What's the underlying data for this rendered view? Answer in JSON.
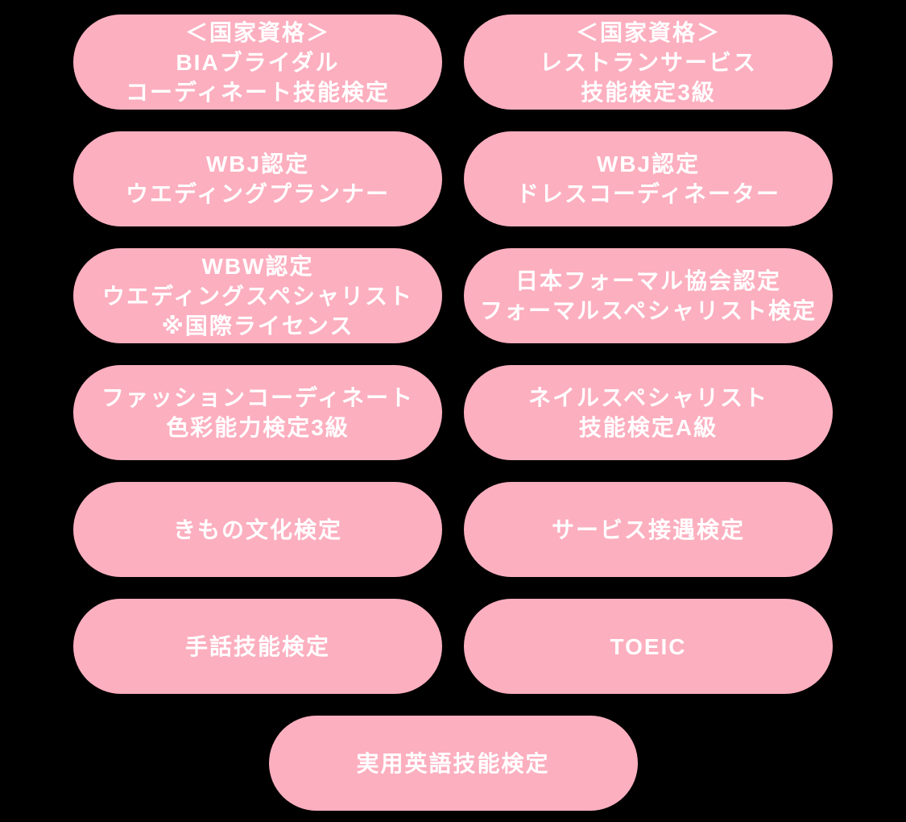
{
  "colors": {
    "background": "#000000",
    "pill_bg": "#FCAFBF",
    "text": "#FFFFFF"
  },
  "badges": {
    "items": [
      {
        "label": "＜国家資格＞\nBIAブライダル\nコーディネート技能検定"
      },
      {
        "label": "＜国家資格＞\nレストランサービス\n技能検定3級"
      },
      {
        "label": "WBJ認定\nウエディングプランナー"
      },
      {
        "label": "WBJ認定\nドレスコーディネーター"
      },
      {
        "label": "WBW認定\nウエディングスペシャリスト\n※国際ライセンス"
      },
      {
        "label": "日本フォーマル協会認定\nフォーマルスペシャリスト検定"
      },
      {
        "label": "ファッションコーディネート\n色彩能力検定3級"
      },
      {
        "label": "ネイルスペシャリスト\n技能検定A級"
      },
      {
        "label": "きもの文化検定"
      },
      {
        "label": "サービス接遇検定"
      },
      {
        "label": "手話技能検定"
      },
      {
        "label": "TOEIC"
      },
      {
        "label": "実用英語技能検定"
      }
    ]
  }
}
